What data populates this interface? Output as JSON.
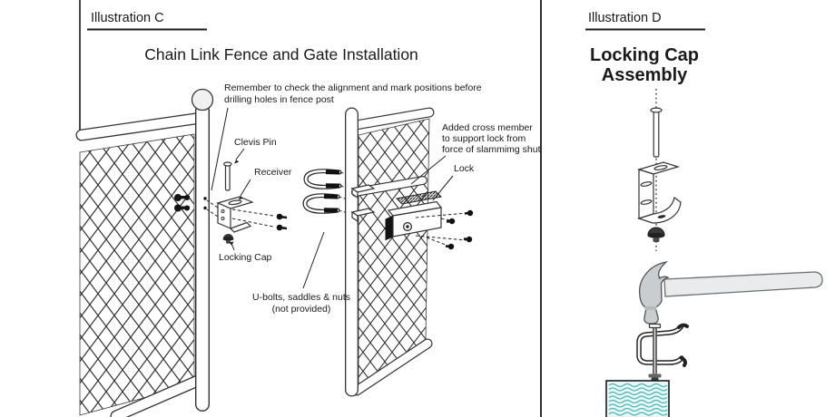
{
  "panel_c": {
    "heading": "Illustration C",
    "title": "Chain Link Fence and Gate Installation",
    "note": {
      "line1": "Remember to check the alignment and mark positions before",
      "line2": "drilling holes in fence post"
    },
    "parts": {
      "clevis_pin": "Clevis Pin",
      "receiver": "Receiver",
      "locking_cap": "Locking Cap",
      "lock": "Lock"
    },
    "cross_note": {
      "line1": "Added cross member",
      "line2": "to support lock from",
      "line3": "force of slammimg shut"
    },
    "ubolts_note": {
      "line1": "U-bolts, saddles & nuts",
      "line2": "(not provided)"
    }
  },
  "panel_d": {
    "heading": "Illustration D",
    "title": {
      "line1": "Locking Cap",
      "line2": "Assembly"
    }
  },
  "colors": {
    "line": "#1a1a1a",
    "hammer_head": "#c9cdd0",
    "hammer_handle": "#e9ebec",
    "wave_teal": "#45b5b8",
    "wave_bg": "#e9f7f6"
  }
}
